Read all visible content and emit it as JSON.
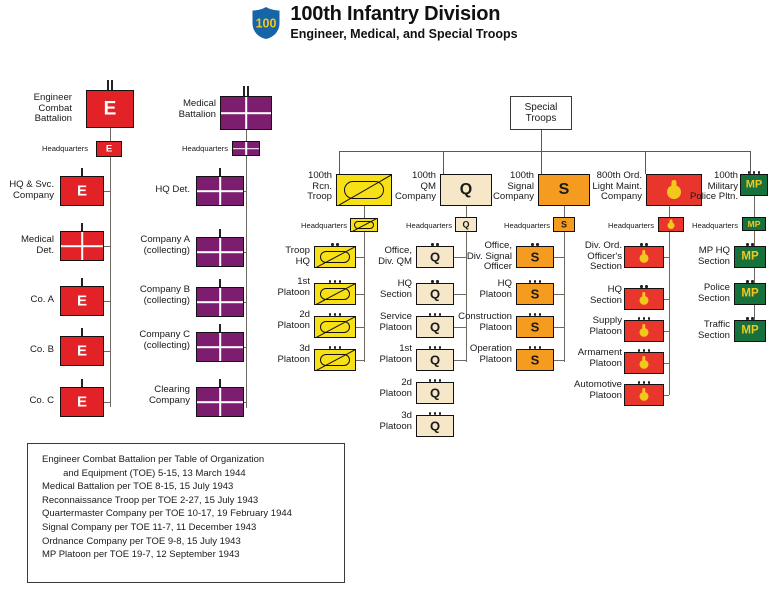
{
  "header": {
    "shield_number": "100",
    "title": "100th Infantry Division",
    "subtitle": "Engineer, Medical, and Special Troops"
  },
  "special_troops": {
    "label": "Special\nTroops"
  },
  "columns": {
    "engineer": {
      "root_label": "Engineer\nCombat\nBattalion",
      "root_letter": "E",
      "hq_label": "Headquarters",
      "hq_letter": "E",
      "items": [
        {
          "label": "HQ & Svc.\nCompany",
          "letter": "E",
          "echelon": "none"
        },
        {
          "label": "Medical\nDet.",
          "letter": "",
          "echelon": "none",
          "cross": true
        },
        {
          "label": "Co. A",
          "letter": "E",
          "echelon": "none"
        },
        {
          "label": "Co. B",
          "letter": "E",
          "echelon": "none"
        },
        {
          "label": "Co. C",
          "letter": "E",
          "echelon": "none"
        }
      ]
    },
    "medical": {
      "root_label": "Medical\nBattalion",
      "root_letter": "",
      "hq_label": "Headquarters",
      "hq_letter": "",
      "items": [
        {
          "label": "HQ Det.",
          "letter": ""
        },
        {
          "label": "Company A\n(collecting)",
          "letter": ""
        },
        {
          "label": "Company B\n(collecting)",
          "letter": ""
        },
        {
          "label": "Company C\n(collecting)",
          "letter": ""
        },
        {
          "label": "Clearing\nCompany",
          "letter": ""
        }
      ]
    },
    "recon": {
      "root_label": "100th\nRcn.\nTroop",
      "hq_label": "Headquarters",
      "items": [
        {
          "label": "Troop\nHQ",
          "dots": 2
        },
        {
          "label": "1st\nPlatoon",
          "dots": 3
        },
        {
          "label": "2d\nPlatoon",
          "dots": 3
        },
        {
          "label": "3d\nPlatoon",
          "dots": 3
        }
      ]
    },
    "quartermaster": {
      "root_label": "100th\nQM\nCompany",
      "root_letter": "Q",
      "hq_label": "Headquarters",
      "hq_letter": "Q",
      "items": [
        {
          "label": "Office,\nDiv. QM",
          "letter": "Q",
          "dots": 2,
          "connected": true
        },
        {
          "label": "HQ\nSection",
          "letter": "Q",
          "dots": 2,
          "connected": true
        },
        {
          "label": "Service\nPlatoon",
          "letter": "Q",
          "dots": 3,
          "connected": true
        },
        {
          "label": "1st\nPlatoon",
          "letter": "Q",
          "dots": 3,
          "connected": true
        },
        {
          "label": "2d\nPlatoon",
          "letter": "Q",
          "dots": 3,
          "connected": false
        },
        {
          "label": "3d\nPlatoon",
          "letter": "Q",
          "dots": 3,
          "connected": false
        }
      ]
    },
    "signal": {
      "root_label": "100th\nSignal\nCompany",
      "root_letter": "S",
      "hq_label": "Headquarters",
      "hq_letter": "S",
      "items": [
        {
          "label": "Office,\nDiv. Signal\nOfficer",
          "letter": "S",
          "dots": 2
        },
        {
          "label": "HQ\nPlatoon",
          "letter": "S",
          "dots": 3
        },
        {
          "label": "Construction\nPlatoon",
          "letter": "S",
          "dots": 3
        },
        {
          "label": "Operation\nPlatoon",
          "letter": "S",
          "dots": 3
        }
      ]
    },
    "ordnance": {
      "root_label": "800th Ord.\nLight Maint.\nCompany",
      "hq_label": "Headquarters",
      "items": [
        {
          "label": "Div. Ord.\nOfficer's\nSection",
          "dots": 2
        },
        {
          "label": "HQ\nSection",
          "dots": 2
        },
        {
          "label": "Supply\nPlatoon",
          "dots": 3
        },
        {
          "label": "Armament\nPlatoon",
          "dots": 3
        },
        {
          "label": "Automotive\nPlatoon",
          "dots": 3
        }
      ]
    },
    "military_police": {
      "root_label": "100th\nMilitary\nPolice Pltn.",
      "root_letter": "MP",
      "hq_label": "Headquarters",
      "hq_letter": "MP",
      "items": [
        {
          "label": "MP HQ\nSection",
          "letter": "MP",
          "dots": 2
        },
        {
          "label": "Police\nSection",
          "letter": "MP",
          "dots": 2
        },
        {
          "label": "Traffic\nSection",
          "letter": "MP",
          "dots": 2
        }
      ]
    }
  },
  "legend": {
    "lines": [
      "Engineer Combat Battalion per Table of Organization",
      "        and Equipment (TOE) 5-15, 13 March 1944",
      "Medical Battalion per TOE 8-15, 15 July 1943",
      "Reconnaissance Troop per TOE 2-27, 15 July 1943",
      "Quartermaster Company per TOE 10-17, 19 February 1944",
      "Signal Company per TOE 11-7, 11 December 1943",
      "Ordnance Company per TOE 9-8, 15 July 1943",
      "MP Platoon per TOE 19-7, 12 September 1943"
    ]
  },
  "colors": {
    "engineer": "#E32227",
    "medical": "#7C1D6F",
    "recon": "#F7E017",
    "quartermaster": "#F5E7C8",
    "signal": "#F59B20",
    "ordnance": "#E8362C",
    "military_police": "#17713D",
    "shield": "#1565A8",
    "shield_text": "#F2C81E"
  }
}
